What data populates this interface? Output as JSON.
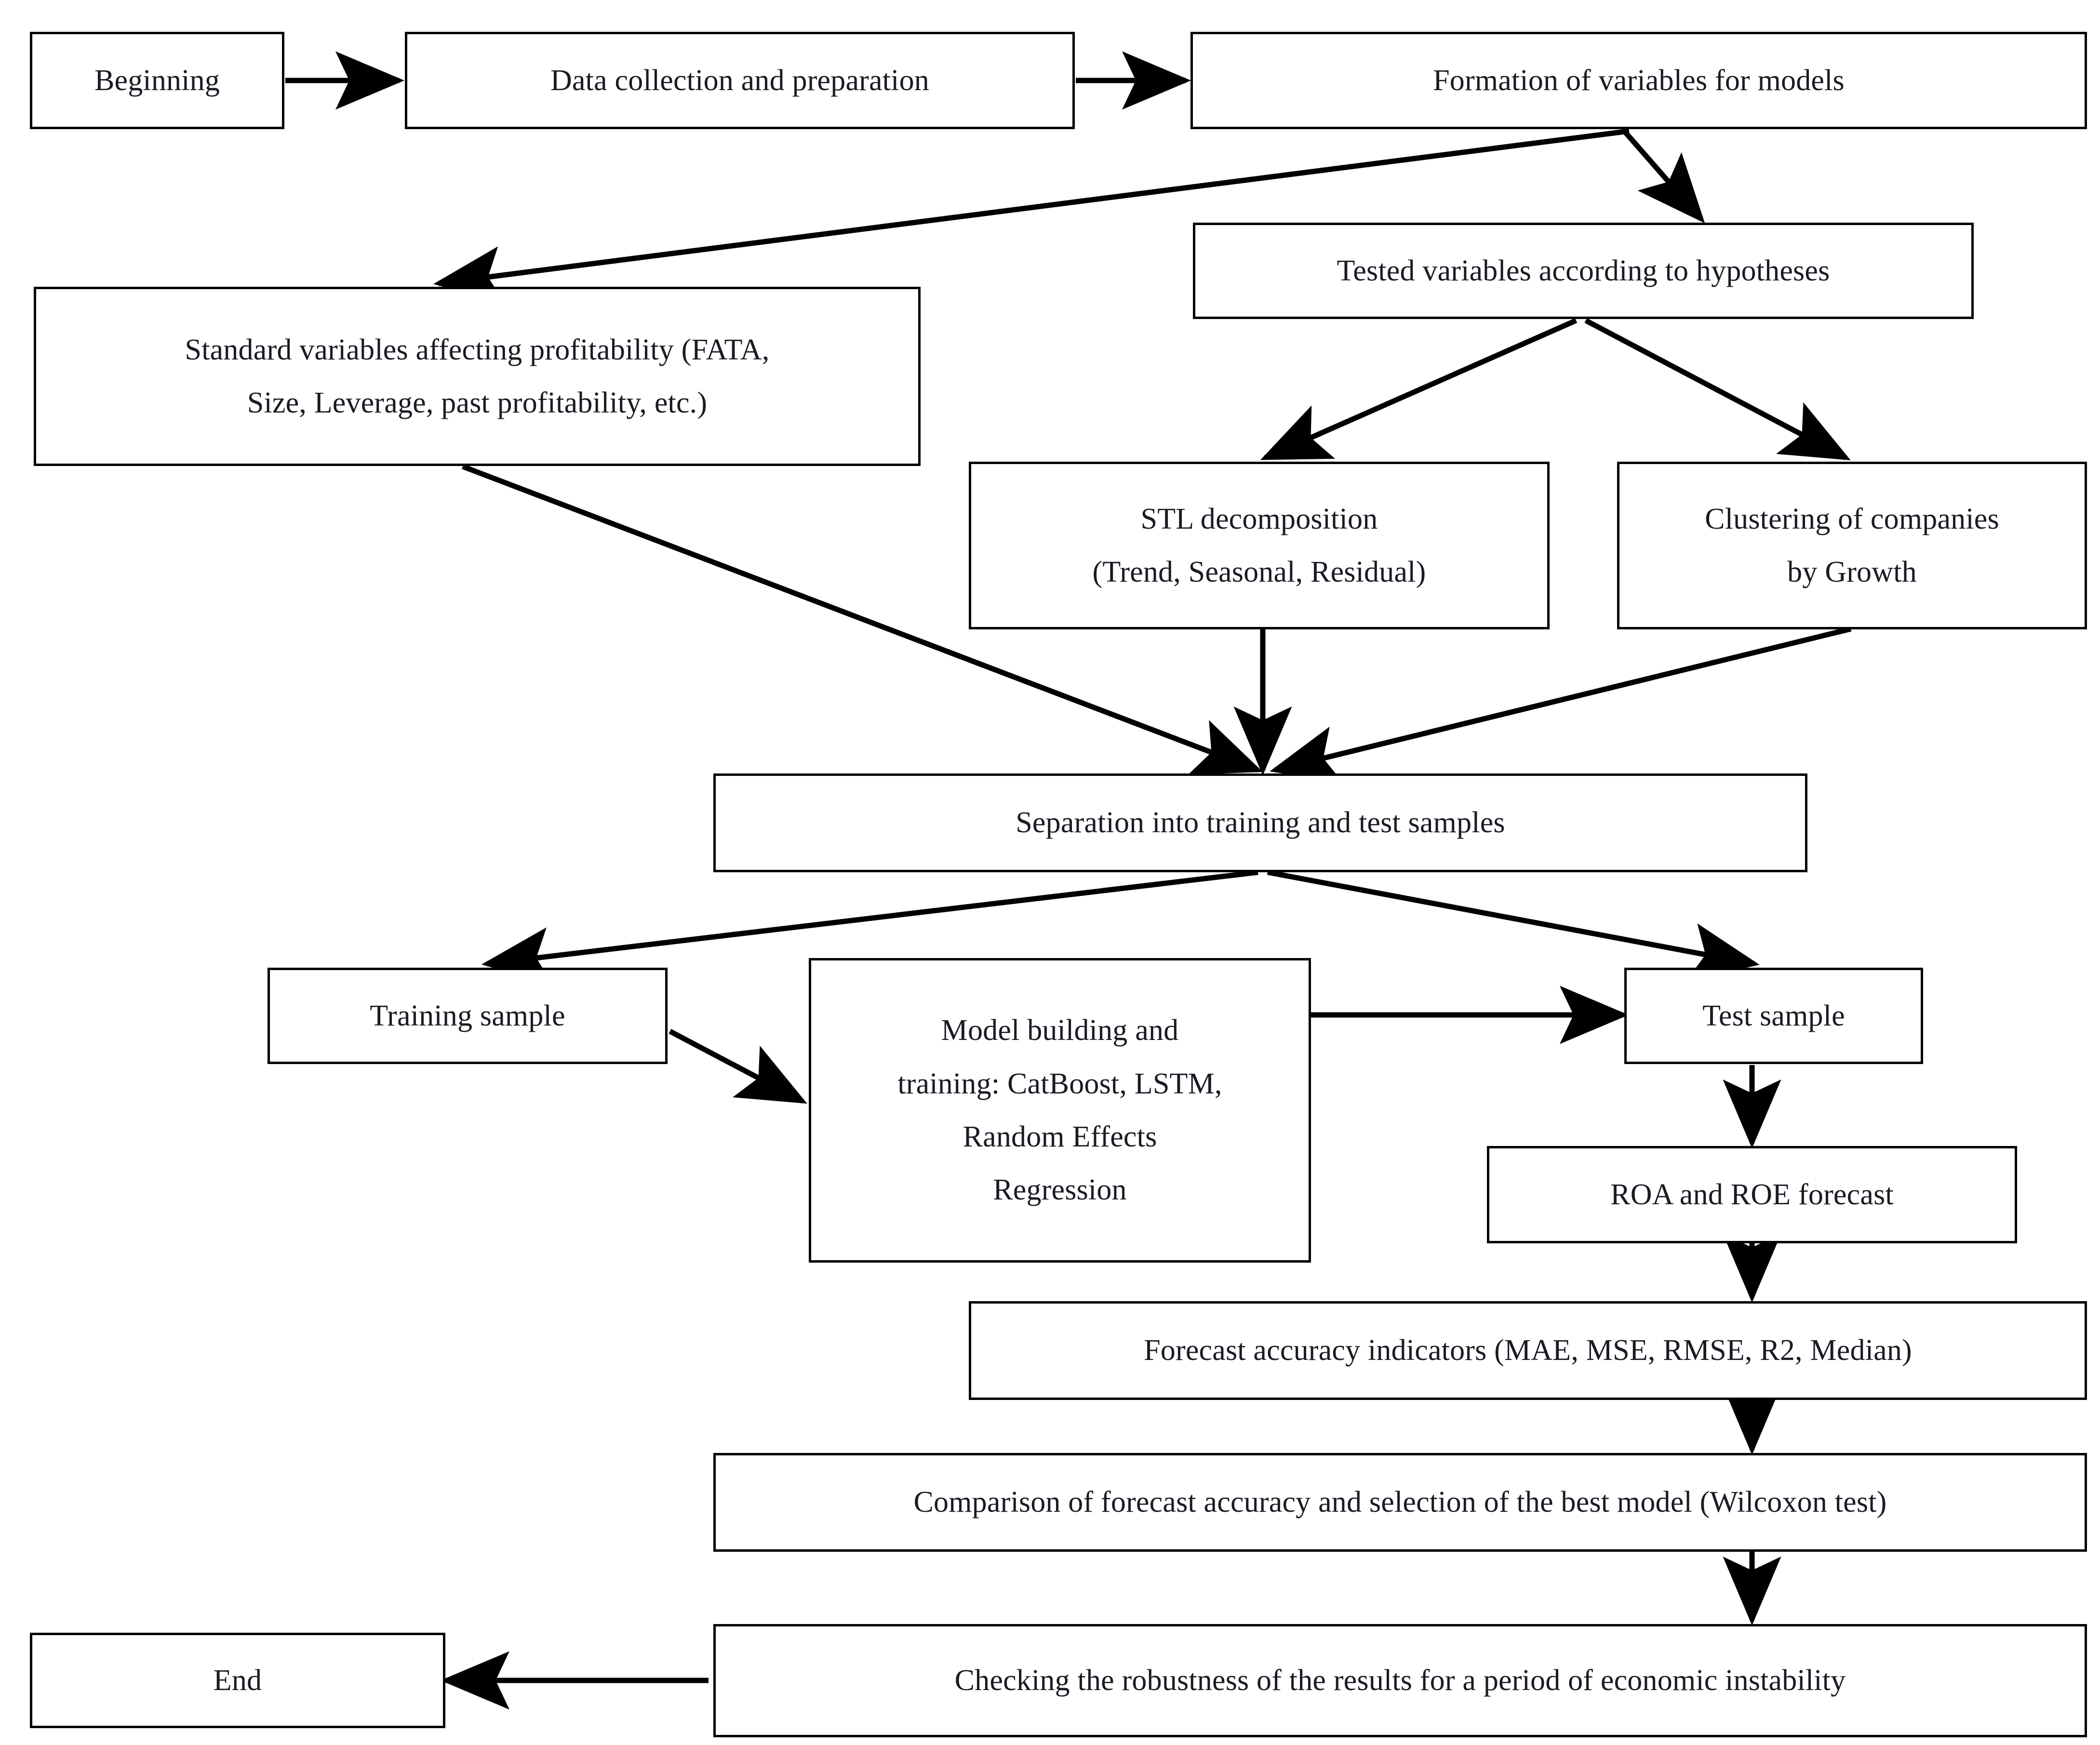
{
  "diagram": {
    "title": "Research methodology flowchart for ROA and ROE forecasting",
    "type": "flowchart",
    "orientation": "top-to-bottom",
    "stroke_color": "#000000",
    "fill_color": "#ffffff",
    "text_color": "#1a1a24"
  },
  "nodes": {
    "beginning": "Beginning",
    "data_collection": "Data collection and preparation",
    "formation_of_variables": "Formation of variables for models",
    "standard_variables": "Standard variables affecting profitability (FATA,\nSize, Leverage, past profitability, etc.)",
    "tested_variables": "Tested variables according to hypotheses",
    "stl_decomposition": "STL decomposition\n(Trend, Seasonal, Residual)",
    "clustering": "Clustering of companies\nby Growth",
    "separation": "Separation into training and test samples",
    "training_sample": "Training sample",
    "model_building": "Model building and\ntraining: CatBoost, LSTM,\nRandom Effects\nRegression",
    "test_sample": "Test sample",
    "roa_roe_forecast": "ROA and ROE forecast",
    "forecast_accuracy": "Forecast accuracy indicators (MAE, MSE, RMSE, R2, Median)",
    "comparison": "Comparison of forecast accuracy and selection of the best model (Wilcoxon test)",
    "checking_robustness": "Checking the robustness of the results for a period of economic instability",
    "end": "End"
  },
  "edges": [
    {
      "from": "beginning",
      "to": "data_collection",
      "style": "straight-horizontal"
    },
    {
      "from": "data_collection",
      "to": "formation_of_variables",
      "style": "straight-horizontal"
    },
    {
      "from": "formation_of_variables",
      "to": "standard_variables",
      "style": "diagonal"
    },
    {
      "from": "formation_of_variables",
      "to": "tested_variables",
      "style": "diagonal"
    },
    {
      "from": "tested_variables",
      "to": "stl_decomposition",
      "style": "diagonal"
    },
    {
      "from": "tested_variables",
      "to": "clustering",
      "style": "diagonal"
    },
    {
      "from": "standard_variables",
      "to": "separation",
      "style": "diagonal"
    },
    {
      "from": "stl_decomposition",
      "to": "separation",
      "style": "straight-vertical"
    },
    {
      "from": "clustering",
      "to": "separation",
      "style": "diagonal"
    },
    {
      "from": "separation",
      "to": "training_sample",
      "style": "diagonal"
    },
    {
      "from": "separation",
      "to": "test_sample",
      "style": "diagonal"
    },
    {
      "from": "training_sample",
      "to": "model_building",
      "style": "diagonal"
    },
    {
      "from": "model_building",
      "to": "test_sample",
      "style": "straight-horizontal"
    },
    {
      "from": "test_sample",
      "to": "roa_roe_forecast",
      "style": "straight-vertical"
    },
    {
      "from": "roa_roe_forecast",
      "to": "forecast_accuracy",
      "style": "straight-vertical"
    },
    {
      "from": "forecast_accuracy",
      "to": "comparison",
      "style": "straight-vertical"
    },
    {
      "from": "comparison",
      "to": "checking_robustness",
      "style": "straight-vertical"
    },
    {
      "from": "checking_robustness",
      "to": "end",
      "style": "straight-horizontal"
    }
  ]
}
